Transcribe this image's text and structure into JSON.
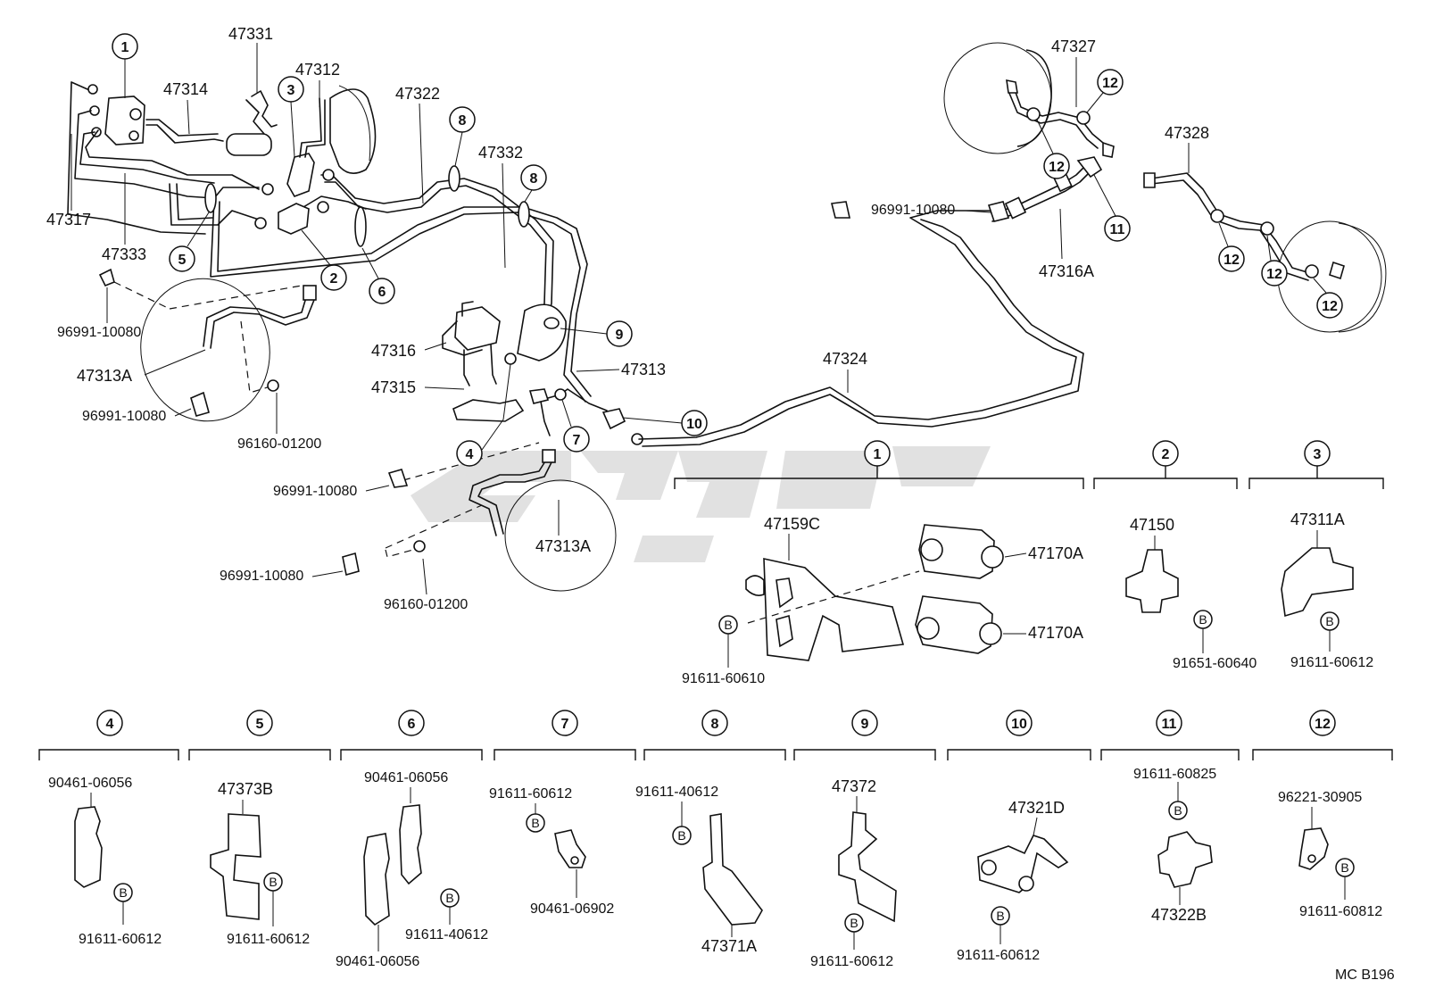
{
  "footer_code": "MC B196",
  "callouts": {
    "c1": "1",
    "c2": "2",
    "c3": "3",
    "c4": "4",
    "c5": "5",
    "c6": "6",
    "c7": "7",
    "c8": "8",
    "c9": "9",
    "c10": "10",
    "c11": "11",
    "c12": "12",
    "b": "B"
  },
  "parts": {
    "p47331": "47331",
    "p47312": "47312",
    "p47314": "47314",
    "p47322": "47322",
    "p47332": "47332",
    "p47317": "47317",
    "p47333": "47333",
    "p96991_10080": "96991-10080",
    "p47313A": "47313A",
    "p96160_01200": "96160-01200",
    "p47316": "47316",
    "p47315": "47315",
    "p47313": "47313",
    "p47324": "47324",
    "p47327": "47327",
    "p47328": "47328",
    "p47316A": "47316A",
    "p47159C": "47159C",
    "p47170A": "47170A",
    "p91611_60610": "91611-60610",
    "p47150": "47150",
    "p91651_60640": "91651-60640",
    "p47311A": "47311A",
    "p91611_60612": "91611-60612",
    "p90461_06056": "90461-06056",
    "p47373B": "47373B",
    "p91611_40612": "91611-40612",
    "p90461_06902": "90461-06902",
    "p47371A": "47371A",
    "p47372": "47372",
    "p47321D": "47321D",
    "p91611_60825": "91611-60825",
    "p47322B": "47322B",
    "p96221_30905": "96221-30905",
    "p91611_60812": "91611-60812"
  },
  "colors": {
    "ink": "#111111",
    "paper": "#ffffff",
    "watermark": "#c9c9c9"
  }
}
